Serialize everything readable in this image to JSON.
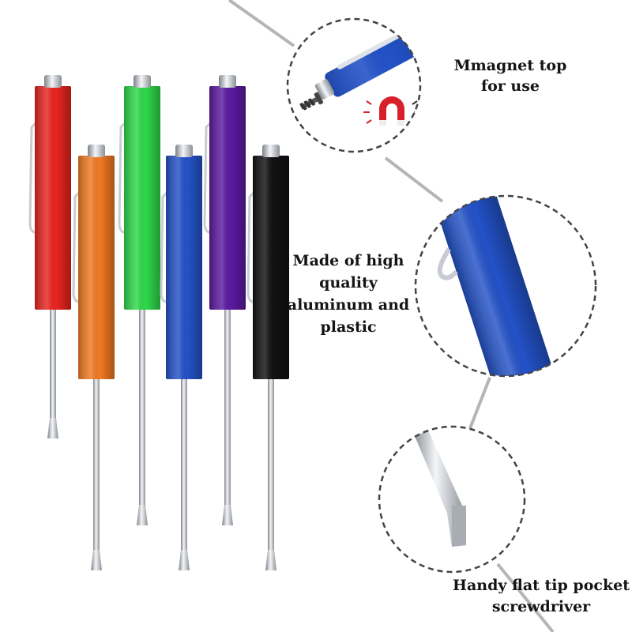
{
  "colors": {
    "red": "#e8241e",
    "orange": "#f07a22",
    "green": "#2fd84a",
    "blue": "#2352c8",
    "purple": "#5b1aa0",
    "black": "#111111",
    "steel": "#c9cdd2",
    "magnet_red": "#d8202a",
    "line_gray": "#b5b5b5",
    "dash": "#444444"
  },
  "screwdrivers": [
    {
      "id": "red",
      "color": "#e8241e"
    },
    {
      "id": "orange",
      "color": "#f07a22"
    },
    {
      "id": "green",
      "color": "#2fd84a"
    },
    {
      "id": "blue",
      "color": "#2352c8"
    },
    {
      "id": "purple",
      "color": "#5b1aa0"
    },
    {
      "id": "black",
      "color": "#111111"
    }
  ],
  "callouts": {
    "magnet": {
      "line1": "Mmagnet top",
      "line2": "for use",
      "magnet_letter": "U"
    },
    "material": {
      "line1": "Made of high",
      "line2": "quality",
      "line3": "aluminum and",
      "line4": "plastic"
    },
    "tip": {
      "line1": "Handy flat tip pocket",
      "line2": "screwdriver"
    }
  },
  "icons": [
    "magnet-icon",
    "screw-icon"
  ]
}
